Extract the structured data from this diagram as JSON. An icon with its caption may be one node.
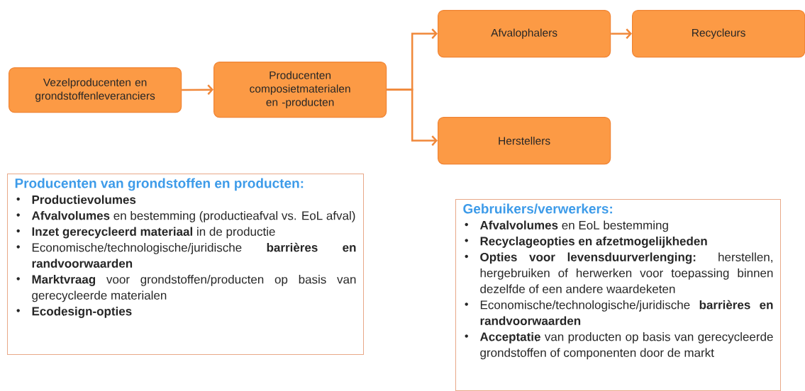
{
  "diagram": {
    "nodes": [
      {
        "text": [
          "Vezelproducenten en grondstoffenleveranciers"
        ]
      },
      {
        "text": [
          "Producenten composietmaterialen en -producten"
        ]
      },
      {
        "text": [
          "Afvalophalers"
        ]
      },
      {
        "text": [
          "Recycleurs"
        ]
      },
      {
        "text": [
          "Herstellers"
        ]
      },
      {
        "text": [
          "Producenten van grondstoffen en producten:",
          "**Productievolumes**",
          "**Afvalvolumes** en bestemming (productieafval vs. EoL afval)",
          "**Inzet gerecycleerd materiaal** in de productie",
          "Economische/technologische/juridische **barrières en randvoorwaarden**",
          "**Marktvraag** voor grondstoffen/producten op basis van gerecycleerde materialen",
          "**Ecodesign-opties**"
        ]
      },
      {
        "text": [
          "Gebruikers/verwerkers:",
          "**Afvalvolumes** en EoL bestemming",
          "**Recyclageopties en afzetmogelijkheden**",
          "**Opties voor levensduurverlenging:** herstellen, hergebruiken of herwerken voor toepassing binnen dezelfde of een andere waardeketen",
          "Economische/technologische/juridische **barrières en randvoorwaarden**",
          "**Acceptatie** van producten op basis van gerecycleerde grondstoffen of componenten door de markt"
        ]
      }
    ],
    "edges": [
      {
        "from": 0,
        "to": 1,
        "arrow": "to"
      },
      {
        "from": 1,
        "to": 2,
        "arrow": "to"
      },
      {
        "from": 1,
        "to": 4,
        "arrow": "to"
      },
      {
        "from": 2,
        "to": 3,
        "arrow": "to"
      }
    ]
  }
}
